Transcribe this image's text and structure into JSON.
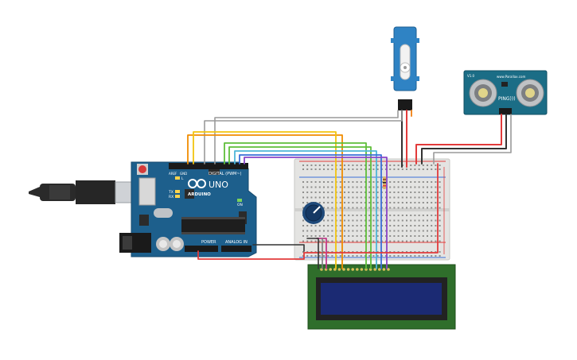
{
  "colors": {
    "arduino_board": "#1d5f8c",
    "arduino_board_dark": "#164a6e",
    "breadboard": "#e4e4e2",
    "sensor_board": "#1b6d86",
    "servo_body": "#2f83c4",
    "lcd_board": "#2f6e2b",
    "lcd_screen": "#1b2a73",
    "usb_cable": "#262626",
    "wire_red": "#e23b3b",
    "wire_black": "#333333",
    "wire_gray": "#9a9a9a",
    "wire_orange": "#f08c00",
    "wire_yellow": "#f2c40f",
    "wire_green": "#5fbf3a",
    "wire_cyan": "#4fb6d8",
    "wire_blue": "#3a6fd8",
    "wire_purple": "#8a44c8",
    "wire_pink": "#c23a8a"
  },
  "icons": {
    "arduino_logo": "infinity-logo-icon",
    "pot_knob": "potentiometer-icon",
    "servo_horn": "servo-horn-icon"
  },
  "arduino": {
    "brand": "ARDUINO",
    "model": "UNO",
    "digital_label": "DIGITAL (PWM~)",
    "power_label": "POWER",
    "analog_label": "ANALOG IN",
    "tx_label": "TX",
    "rx_label": "RX",
    "l_label": "L",
    "aref_label": "AREF",
    "gnd_label": "GND",
    "on_label": "ON"
  },
  "ultrasonic": {
    "name": "PING)))",
    "maker": "www.Parallax.com",
    "corner_label": "V1.0"
  }
}
